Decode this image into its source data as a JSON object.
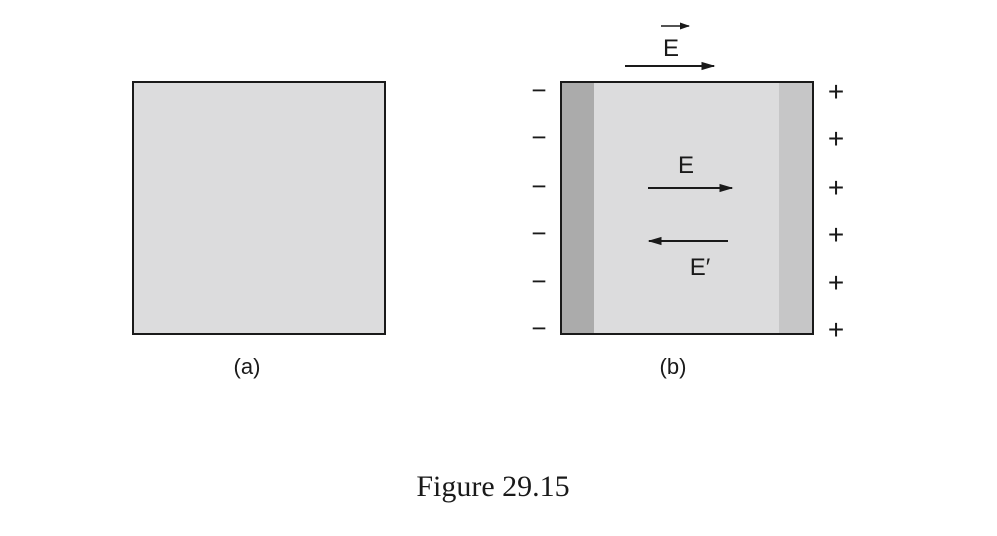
{
  "panel_a": {
    "label": "(a)"
  },
  "panel_b": {
    "label": "(b)",
    "external_field_label": "E",
    "internal_field_label": "E",
    "induced_field_label": "E′",
    "left_charge_sign": "−",
    "right_charge_sign": "+",
    "left_charges": [
      "−",
      "−",
      "−",
      "−",
      "−",
      "−"
    ],
    "right_charges": [
      "+",
      "+",
      "+",
      "+",
      "+",
      "+"
    ]
  },
  "caption": "Figure 29.15",
  "colors": {
    "slab_fill": "#dcdcdd",
    "negative_layer": "#ababab",
    "positive_layer": "#c6c6c7",
    "stroke": "#1a1a1a"
  }
}
